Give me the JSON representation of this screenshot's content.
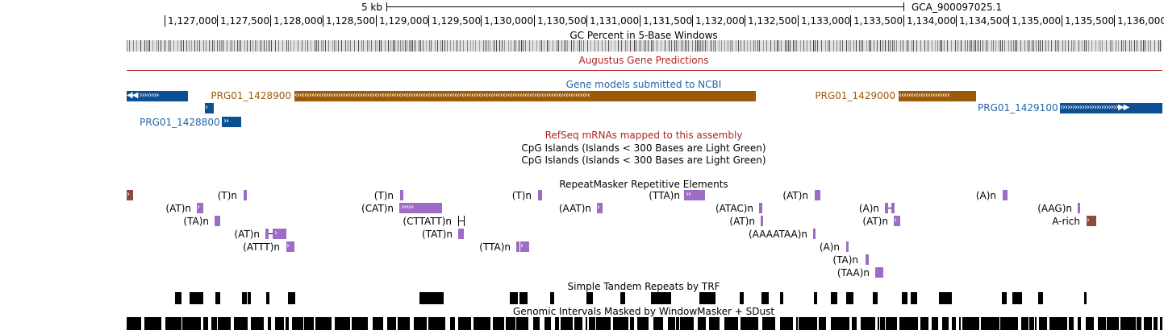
{
  "browser": {
    "ruler": {
      "scale_label": "5 kb",
      "assembly_label": "GCA_900097025.1",
      "ticks": [
        "1,127,000",
        "1,127,500",
        "1,128,000",
        "1,128,500",
        "1,129,000",
        "1,129,500",
        "1,130,000",
        "1,130,500",
        "1,131,000",
        "1,131,500",
        "1,132,000",
        "1,132,500",
        "1,133,000",
        "1,133,500",
        "1,134,000",
        "1,134,500",
        "1,135,000",
        "1,135,500",
        "1,136,000"
      ]
    },
    "tracks": {
      "gc_percent": {
        "title": "GC Percent in 5-Base Windows"
      },
      "augustus": {
        "title": "Augustus Gene Predictions",
        "color": "#b22222"
      },
      "ncbi_genes": {
        "title": "Gene models submitted to NCBI",
        "color": "#2466a6",
        "genes": [
          {
            "name": "PRG01_1428900",
            "color": "#9c5a07",
            "strand": "-"
          },
          {
            "name": "PRG01_1429000",
            "color": "#9c5a07",
            "strand": "-"
          },
          {
            "name": "PRG01_1428800",
            "color": "#0c4f94",
            "strand": "+"
          },
          {
            "name": "PRG01_1429100",
            "color": "#0c4f94",
            "strand": "+"
          }
        ]
      },
      "refseq": {
        "title": "RefSeq mRNAs mapped to this assembly",
        "color": "#b22222"
      },
      "cpg1": {
        "title": "CpG Islands (Islands < 300 Bases are Light Green)"
      },
      "cpg2": {
        "title": "CpG Islands (Islands < 300 Bases are Light Green)"
      },
      "repeatmasker": {
        "title": "RepeatMasker Repetitive Elements",
        "simple_color": "#9d6cc4",
        "lowcomplex_color": "#8a4a3c",
        "labels": [
          "(T)n",
          "(T)n",
          "(T)n",
          "(TTA)n",
          "(AT)n",
          "(A)n",
          "(AT)n",
          "(CAT)n",
          "(AAT)n",
          "(ATAC)n",
          "(A)n",
          "(AAG)n",
          "(TA)n",
          "(CTTATT)n",
          "(AT)n",
          "(AT)n",
          "A-rich",
          "(AT)n",
          "(TAT)n",
          "(AAAATAA)n",
          "(ATTT)n",
          "(TTA)n",
          "(A)n",
          "(TA)n",
          "(TAA)n"
        ]
      },
      "trf": {
        "title": "Simple Tandem Repeats by TRF"
      },
      "windowmasker": {
        "title": "Genomic Intervals Masked by WindowMasker + SDust"
      }
    }
  }
}
